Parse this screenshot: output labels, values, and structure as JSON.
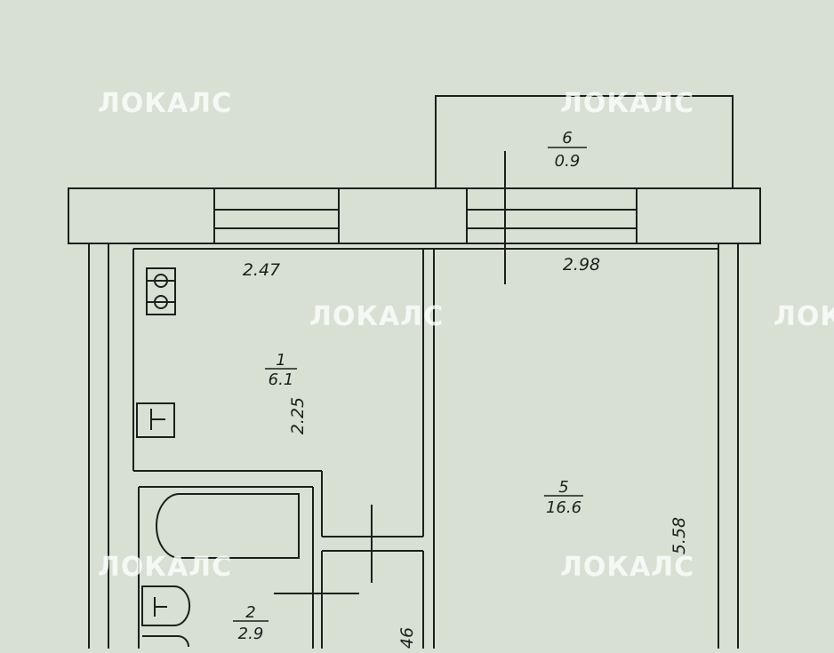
{
  "watermark": "ЛОКАЛС",
  "colors": {
    "paper": "#d7e0d3",
    "ink": "#1c1f1c",
    "watermark": "#ffffff"
  },
  "rooms": [
    {
      "number": "1",
      "area": "6.1"
    },
    {
      "number": "2",
      "area": "2.9"
    },
    {
      "number": "5",
      "area": "16.6"
    },
    {
      "number": "6",
      "area": "0.9"
    }
  ],
  "dimensions": [
    "2.47",
    "2.98",
    "2.25",
    "5.58",
    "46"
  ]
}
